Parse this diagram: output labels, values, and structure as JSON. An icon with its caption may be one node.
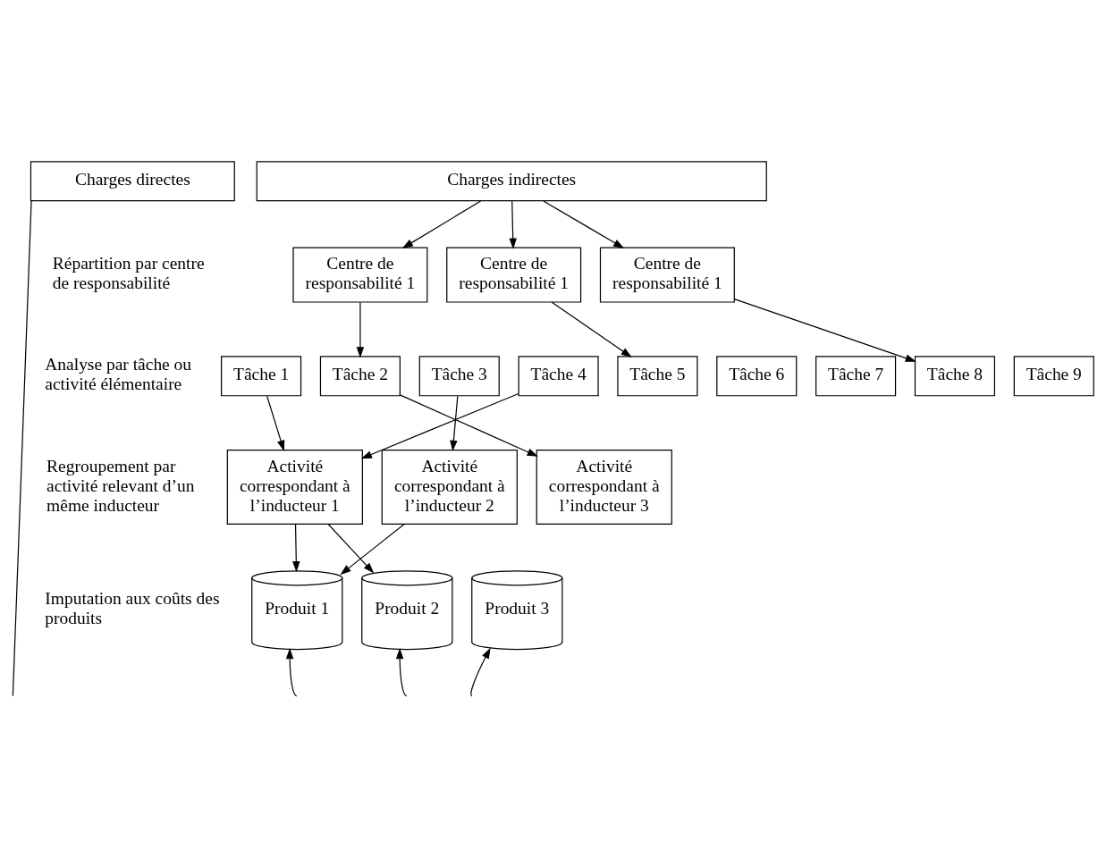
{
  "diagram": {
    "nodes": [
      {
        "text": [
          "Charges directes"
        ]
      },
      {
        "text": [
          "Charges indirectes"
        ]
      },
      {
        "text": [
          "Centre de responsabilité 1"
        ]
      },
      {
        "text": [
          "Centre de responsabilité 1"
        ]
      },
      {
        "text": [
          "Centre de responsabilité 1"
        ]
      },
      {
        "text": [
          "Tâche 1"
        ]
      },
      {
        "text": [
          "Tâche 2"
        ]
      },
      {
        "text": [
          "Tâche 3"
        ]
      },
      {
        "text": [
          "Tâche 4"
        ]
      },
      {
        "text": [
          "Tâche 5"
        ]
      },
      {
        "text": [
          "Tâche 6"
        ]
      },
      {
        "text": [
          "Tâche 7"
        ]
      },
      {
        "text": [
          "Tâche 8"
        ]
      },
      {
        "text": [
          "Tâche 9"
        ]
      },
      {
        "text": [
          "Activité correspondant à l’inducteur 1"
        ]
      },
      {
        "text": [
          "Activité correspondant à l’inducteur 2"
        ]
      },
      {
        "text": [
          "Activité correspondant à l’inducteur 3"
        ]
      },
      {
        "text": [
          "Produit 1"
        ]
      },
      {
        "text": [
          "Produit 2"
        ]
      },
      {
        "text": [
          "Produit 3"
        ]
      }
    ],
    "edges": [
      {
        "from": 1,
        "to": 2,
        "arrow": "to"
      },
      {
        "from": 1,
        "to": 3,
        "arrow": "to"
      },
      {
        "from": 1,
        "to": 4,
        "arrow": "to"
      },
      {
        "from": 2,
        "to": 6,
        "arrow": "to"
      },
      {
        "from": 3,
        "to": 9,
        "arrow": "to"
      },
      {
        "from": 4,
        "to": 12,
        "arrow": "to"
      },
      {
        "from": 5,
        "to": 14,
        "arrow": "to"
      },
      {
        "from": 8,
        "to": 14,
        "arrow": "to"
      },
      {
        "from": 7,
        "to": 15,
        "arrow": "to"
      },
      {
        "from": 6,
        "to": 16,
        "arrow": "to"
      },
      {
        "from": 14,
        "to": 17,
        "arrow": "to"
      },
      {
        "from": 15,
        "to": 17,
        "arrow": "to"
      },
      {
        "from": 14,
        "to": 18,
        "arrow": "to"
      },
      {
        "from": 0,
        "to": null,
        "arrow": "none"
      },
      {
        "from": null,
        "to": 17,
        "arrow": "to"
      },
      {
        "from": null,
        "to": 18,
        "arrow": "to"
      },
      {
        "from": null,
        "to": 19,
        "arrow": "to"
      }
    ],
    "labels": [
      "Répartition par centre de responsabilité",
      "Analyse par tâche ou activité élémentaire",
      "Regroupement par activité relevant d’un même inducteur",
      "Imputation aux coûts des produits"
    ]
  }
}
